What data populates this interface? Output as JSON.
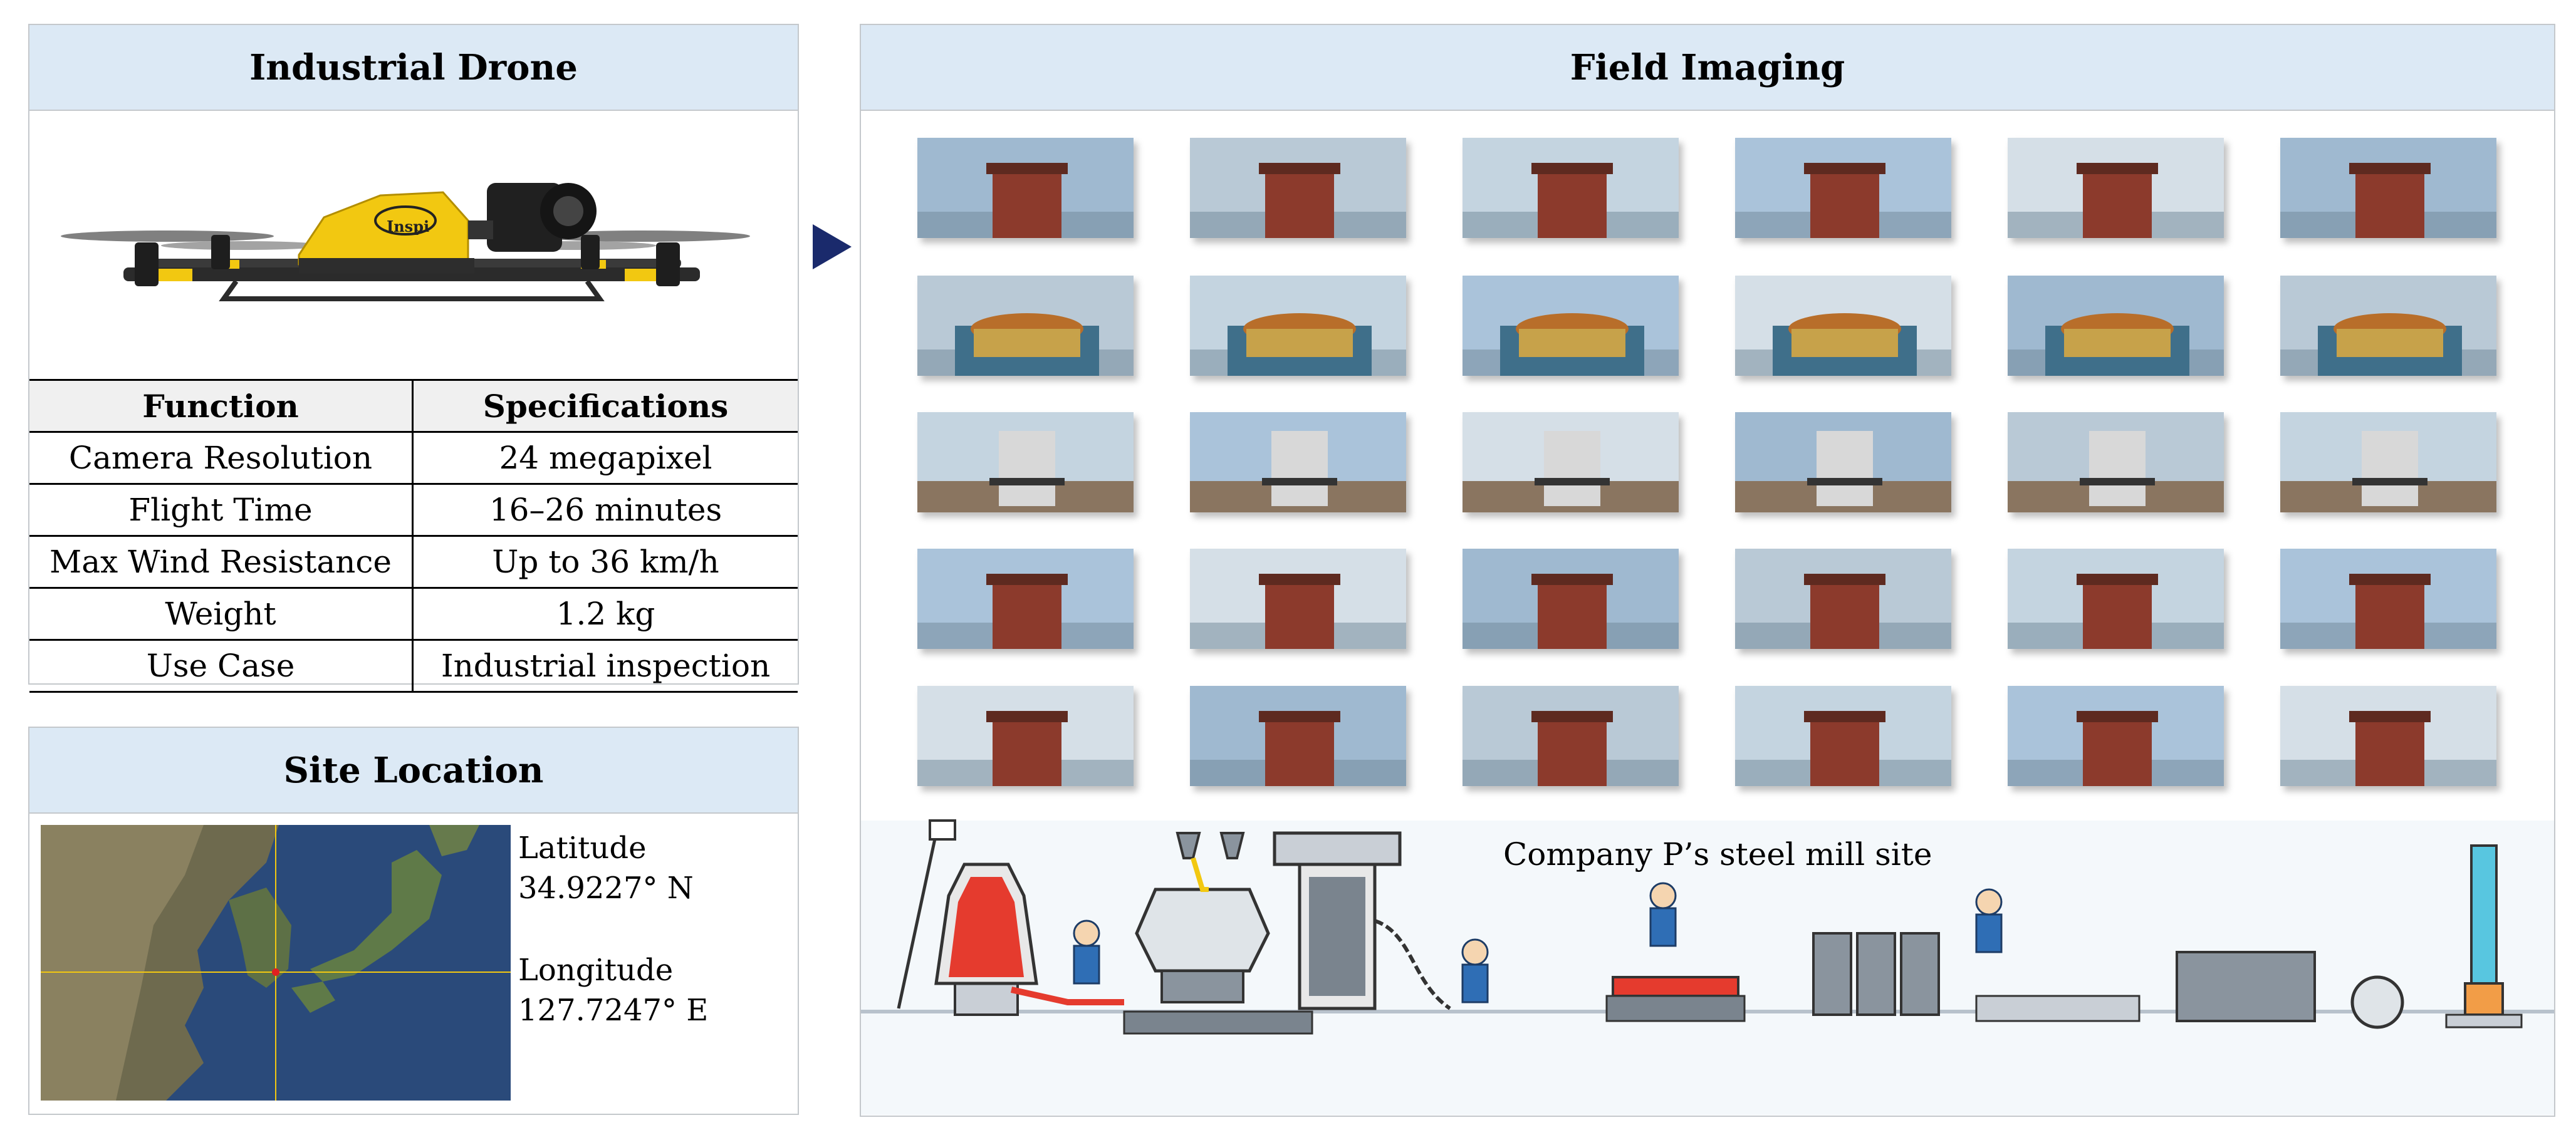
{
  "drone_panel": {
    "title": "Industrial Drone",
    "logo_text": "Inspi",
    "table": {
      "headers": [
        "Function",
        "Specifications"
      ],
      "rows": [
        {
          "function": "Camera Resolution",
          "spec": "24 megapixel"
        },
        {
          "function": "Flight Time",
          "spec": "16–26 minutes"
        },
        {
          "function": "Max Wind Resistance",
          "spec": "Up to 36 km/h"
        },
        {
          "function": "Weight",
          "spec": "1.2 kg"
        },
        {
          "function": "Use Case",
          "spec": "Industrial inspection"
        }
      ]
    }
  },
  "site_panel": {
    "title": "Site Location",
    "latitude_label": "Latitude",
    "latitude_value": "34.9227° N",
    "longitude_label": "Longitude",
    "longitude_value": "127.7247° E"
  },
  "field_panel": {
    "title": "Field Imaging",
    "caption": "Company P’s steel mill site"
  },
  "colors": {
    "header_bg": "#dce9f5",
    "panel_border": "#c4c8cc",
    "arrow": "#1a2a6c",
    "drone_yellow": "#f2c811",
    "rust": "#8c3a2c"
  }
}
